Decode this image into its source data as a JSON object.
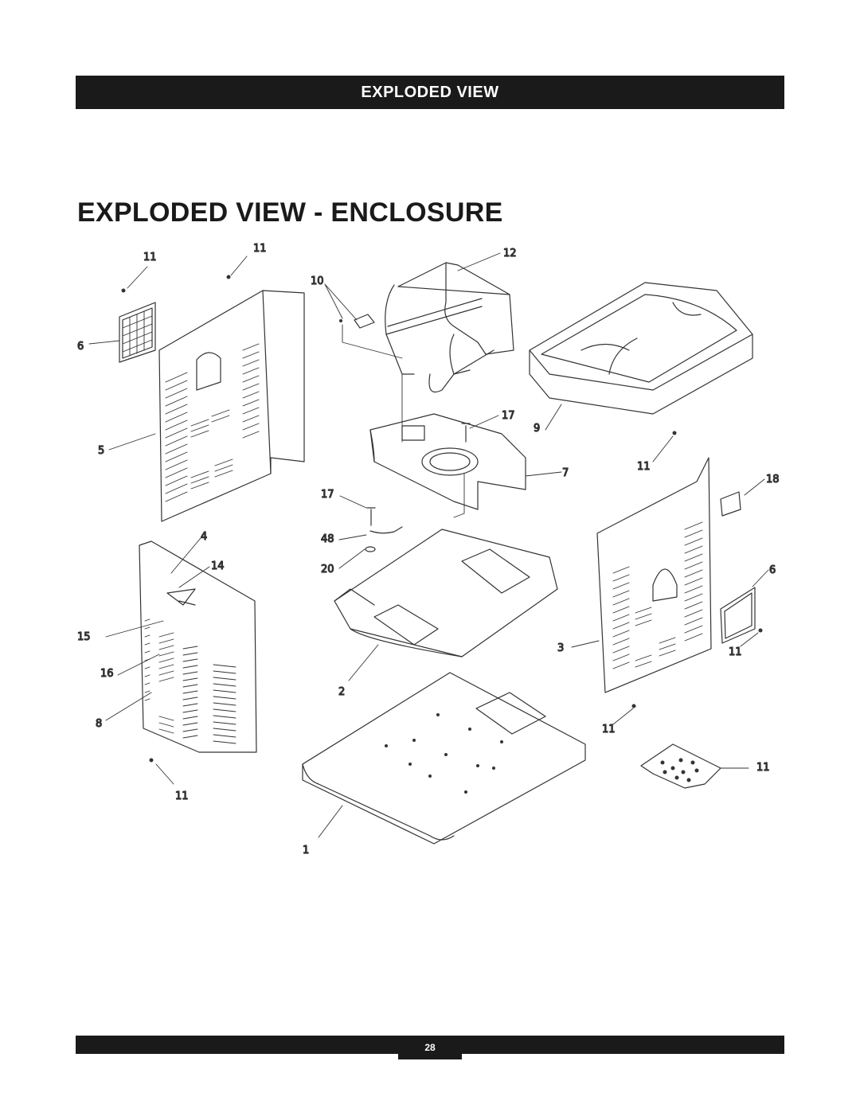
{
  "header": {
    "title": "EXPLODED VIEW"
  },
  "page": {
    "title": "EXPLODED VIEW - ENCLOSURE",
    "number": "28"
  },
  "diagram": {
    "callouts": [
      "11",
      "11",
      "12",
      "10",
      "6",
      "5",
      "17",
      "9",
      "7",
      "11",
      "18",
      "17",
      "4",
      "48",
      "14",
      "20",
      "6",
      "15",
      "3",
      "11",
      "16",
      "2",
      "8",
      "11",
      "11",
      "11",
      "1"
    ]
  }
}
